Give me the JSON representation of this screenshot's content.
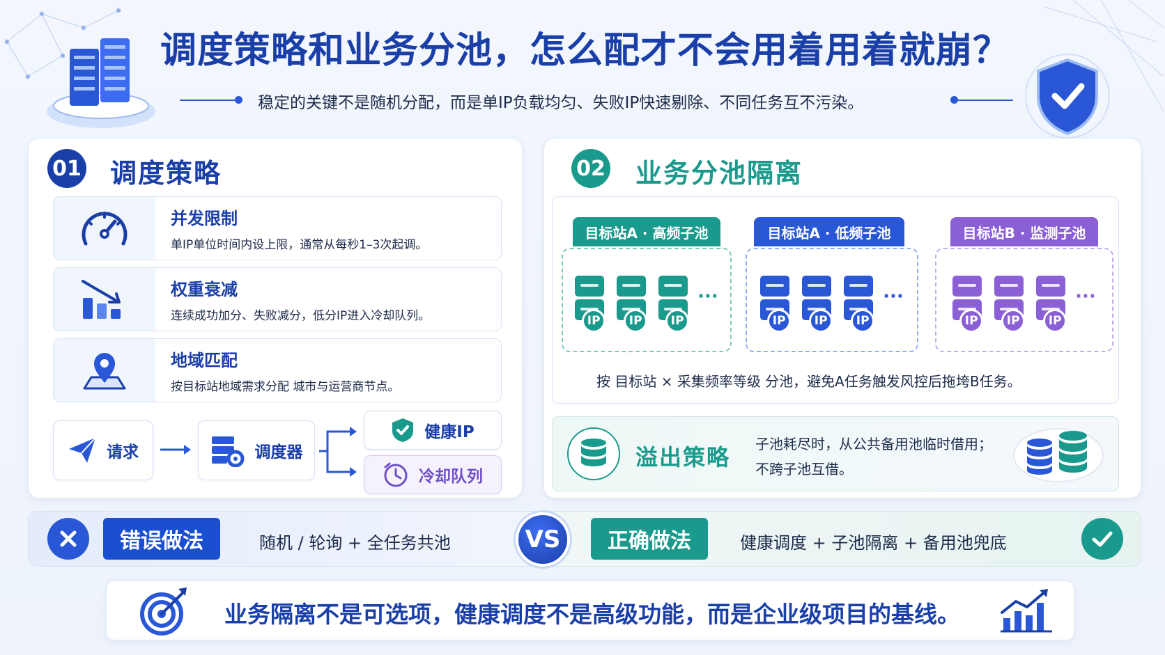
{
  "header": {
    "title": "调度策略和业务分池，怎么配才不会用着用着就崩？",
    "subtitle": "稳定的关键不是随机分配，而是单IP负载均匀、失败IP快速剔除、不同任务互不污染。"
  },
  "strategy": {
    "number": "01",
    "title": "调度策略",
    "items": [
      {
        "title": "并发限制",
        "desc": "单IP单位时间内设上限，通常从每秒1–3次起调。",
        "icon": "gauge-icon"
      },
      {
        "title": "权重衰减",
        "desc": "连续成功加分、失败减分，低分IP进入冷却队列。",
        "icon": "decline-chart-icon"
      },
      {
        "title": "地域匹配",
        "desc": "按目标站地域需求分配 城市与运营商节点。",
        "icon": "location-pin-icon"
      }
    ],
    "flow": {
      "request": "请求",
      "scheduler": "调度器",
      "healthy": "健康IP",
      "cooling": "冷却队列"
    }
  },
  "pools": {
    "number": "02",
    "title": "业务分池隔离",
    "pool_list": [
      {
        "name": "目标站A · 高频子池",
        "color": "#1a9a8c",
        "ip_label": "IP",
        "more": "···"
      },
      {
        "name": "目标站A · 低频子池",
        "color": "#2a57d6",
        "ip_label": "IP",
        "more": "···"
      },
      {
        "name": "目标站B · 监测子池",
        "color": "#8b5fd6",
        "ip_label": "IP",
        "more": "···"
      }
    ],
    "note": "按 目标站 × 采集频率等级 分池，避免A任务触发风控后拖垮B任务。",
    "overflow": {
      "title": "溢出策略",
      "line1": "子池耗尽时，从公共备用池临时借用；",
      "line2": "不跨子池互借。"
    }
  },
  "compare": {
    "wrong_label": "错误做法",
    "wrong_text": "随机 / 轮询 + 全任务共池",
    "vs": "VS",
    "right_label": "正确做法",
    "right_text": "健康调度 + 子池隔离 + 备用池兜底"
  },
  "footer": {
    "text": "业务隔离不是可选项，健康调度不是高级功能，而是企业级项目的基线。"
  },
  "colors": {
    "primary": "#1a3fa8",
    "accent_blue": "#2a57d6",
    "teal": "#1a9a8c",
    "purple": "#8b5fd6"
  }
}
